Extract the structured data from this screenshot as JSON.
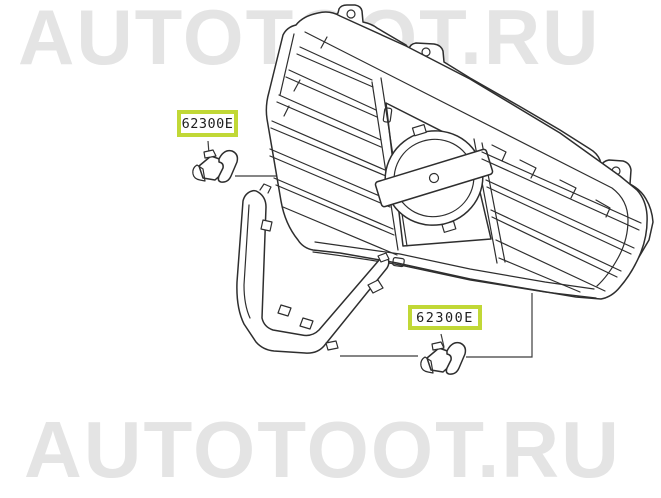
{
  "watermarks": {
    "top": "AUTOTOOT.RU",
    "bottom": "AUTOTOOT.RU"
  },
  "diagram": {
    "callouts": [
      {
        "part_code": "62300E"
      },
      {
        "part_code": "62300E"
      }
    ],
    "colors": {
      "highlight_border": "#c1d836",
      "line_art": "#2e2e2e",
      "watermark_text": "#e4e4e4"
    }
  }
}
